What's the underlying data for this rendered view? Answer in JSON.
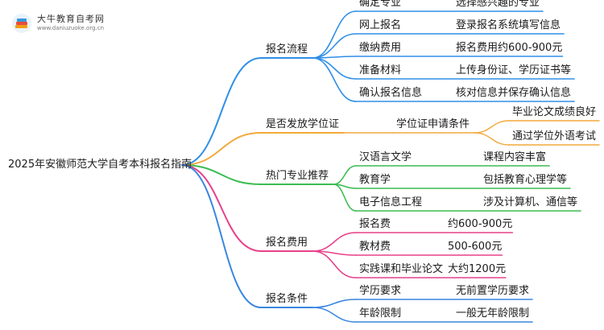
{
  "brand": {
    "name": "大牛教育自考网",
    "url": "www.daniuzuoke.org.cn",
    "icon": "book-stack-icon"
  },
  "root": "2025年安徽师范大学自考本科报名指南",
  "colors": {
    "blue": "#2f8fe8",
    "orange": "#f2a93b",
    "green": "#3cbc52",
    "pink": "#e8408a",
    "blue2": "#3a86e0"
  },
  "branches": [
    {
      "label": "报名流程",
      "color": "blue",
      "children": [
        {
          "label": "确定专业",
          "value": "选择感兴趣的专业"
        },
        {
          "label": "网上报名",
          "value": "登录报名系统填写信息"
        },
        {
          "label": "缴纳费用",
          "value": "报名费用约600-900元"
        },
        {
          "label": "准备材料",
          "value": "上传身份证、学历证书等"
        },
        {
          "label": "确认报名信息",
          "value": "核对信息并保存确认信息"
        }
      ]
    },
    {
      "label": "是否发放学位证",
      "color": "orange",
      "children": [
        {
          "label": "学位证申请条件",
          "values": [
            "毕业论文成绩良好",
            "通过学位外语考试"
          ]
        }
      ]
    },
    {
      "label": "热门专业推荐",
      "color": "green",
      "children": [
        {
          "label": "汉语言文学",
          "value": "课程内容丰富"
        },
        {
          "label": "教育学",
          "value": "包括教育心理学等"
        },
        {
          "label": "电子信息工程",
          "value": "涉及计算机、通信等"
        }
      ]
    },
    {
      "label": "报名费用",
      "color": "pink",
      "children": [
        {
          "label": "报名费",
          "value": "约600-900元"
        },
        {
          "label": "教材费",
          "value": "500-600元"
        },
        {
          "label": "实践课和毕业论文",
          "value": "大约1200元"
        }
      ]
    },
    {
      "label": "报名条件",
      "color": "blue2",
      "children": [
        {
          "label": "学历要求",
          "value": "无前置学历要求"
        },
        {
          "label": "年龄限制",
          "value": "一般无年龄限制"
        }
      ]
    }
  ]
}
